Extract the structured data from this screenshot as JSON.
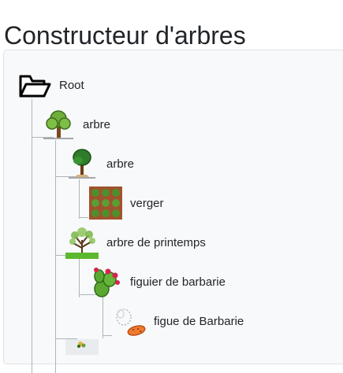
{
  "page": {
    "title": "Constructeur d'arbres"
  },
  "tree": {
    "nodes": [
      {
        "label": "Root",
        "icon": "open-folder-icon"
      },
      {
        "label": "arbre",
        "icon": "tree-icon"
      },
      {
        "label": "arbre",
        "icon": "tree-icon"
      },
      {
        "label": "verger",
        "icon": "orchard-icon"
      },
      {
        "label": "arbre de printemps",
        "icon": "spring-tree-icon"
      },
      {
        "label": "figuier de barbarie",
        "icon": "prickly-pear-cactus-icon"
      },
      {
        "label": "figue de Barbarie",
        "icon": "prickly-pear-fruit-icon"
      },
      {
        "label": "",
        "icon": "plant-icon"
      }
    ]
  },
  "colors": {
    "panel_background": "#f8f9fa",
    "panel_border": "#dee2e6",
    "connector_lines": "#adb5bd",
    "text": "#212529"
  }
}
